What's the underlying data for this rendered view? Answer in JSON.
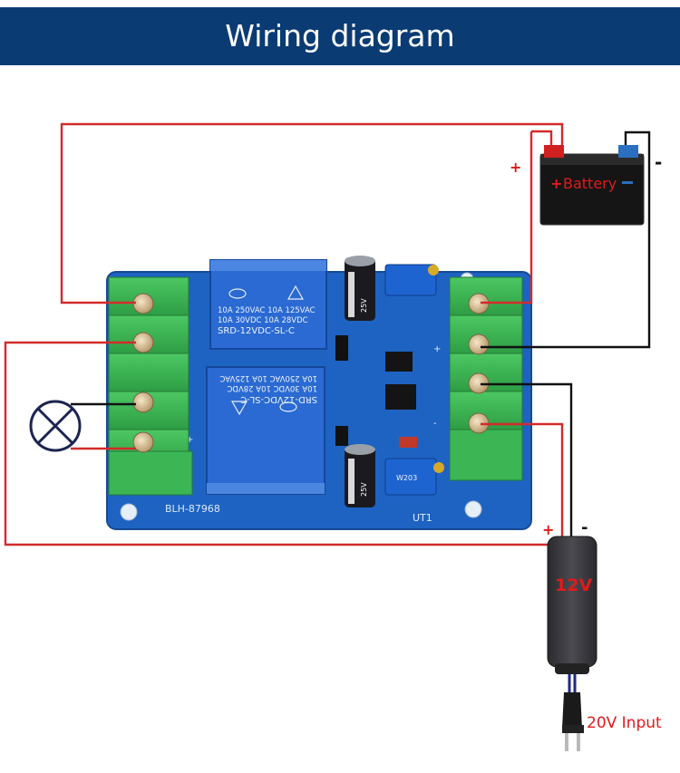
{
  "header": {
    "title": "Wiring diagram"
  },
  "battery": {
    "label": "Battery",
    "plus": "+",
    "minus": "-"
  },
  "adapter": {
    "label": "12V",
    "plus": "+",
    "minus": "-"
  },
  "input": {
    "label": "20V Input"
  },
  "board": {
    "model": "BLH-87968",
    "relay_top": [
      "10A 250VAC  10A 125VAC",
      "10A  30VDC  10A 28VDC",
      "SRD-12VDC-SL-C"
    ],
    "relay_bottom": [
      "SRD-12VDC-SL-C",
      "10A 30VDC 10A 28VDC",
      "10A 250VAC 10A 125VAC"
    ],
    "cap_top": "25V",
    "cap_bottom": "25V",
    "left_plus": "+",
    "left_minus": "-",
    "right_plus": "+",
    "right_minus": "-",
    "ut1": "UT1",
    "w203": "W203"
  },
  "colors": {
    "banner": "#0b3b73",
    "pcb": "#1e63c2",
    "terminal": "#35b34f",
    "relay": "#2a6ad2",
    "wire_positive": "#d42a2a",
    "wire_negative": "#111111",
    "label_red": "#e01b1b"
  }
}
